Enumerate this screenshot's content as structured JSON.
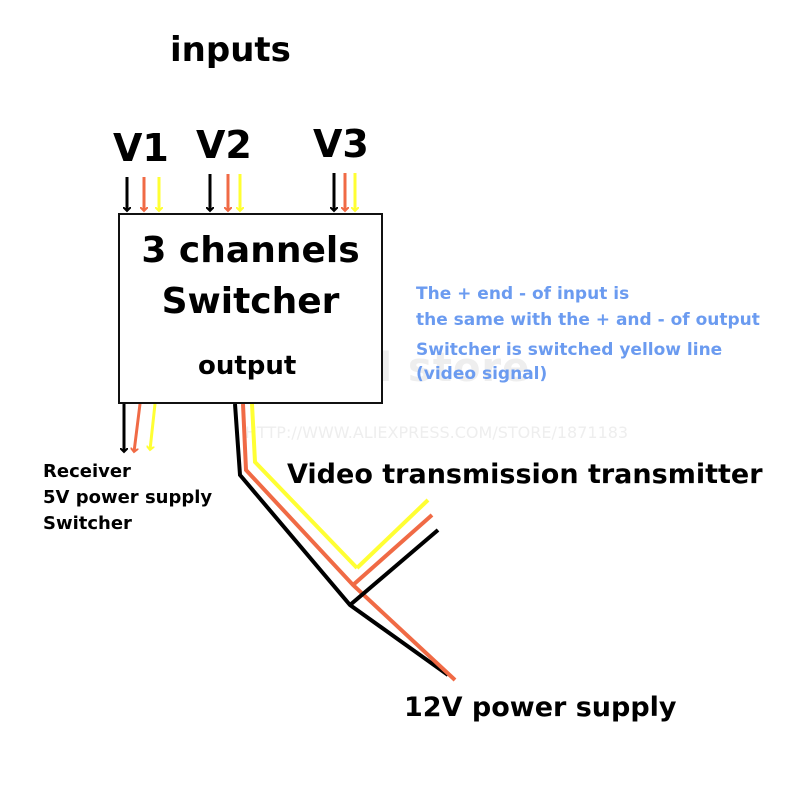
{
  "title": "inputs",
  "channels": [
    "V1",
    "V2",
    "V3"
  ],
  "box": {
    "line1": "3 channels",
    "line2": "Switcher",
    "output_label": "output"
  },
  "note": {
    "line1": "The + end - of input is",
    "line2": "the same with the + and - of output",
    "line3": "Switcher is switched yellow line",
    "line4": "(video signal)"
  },
  "receiver": {
    "line1": "Receiver",
    "line2": "5V power supply",
    "line3": "Switcher"
  },
  "transmitter_label": "Video transmission transmitter",
  "power_label": "12V power supply",
  "watermark": {
    "brand": "lovebird store",
    "url": "HTTP://WWW.ALIEXPRESS.COM/STORE/1871183"
  },
  "colors": {
    "wire_black": "#000000",
    "wire_red": "#f06a45",
    "wire_yellow": "#ffff33",
    "note_blue": "#6b9bf0"
  }
}
